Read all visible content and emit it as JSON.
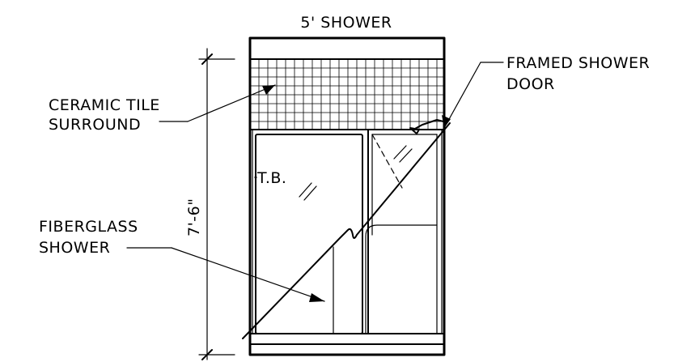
{
  "title": "5' SHOWER",
  "labels": {
    "ceramic_tile_line1": "CERAMIC TILE",
    "ceramic_tile_line2": "SURROUND",
    "framed_door_line1": "FRAMED SHOWER",
    "framed_door_line2": "DOOR",
    "fiberglass_line1": "FIBERGLASS",
    "fiberglass_line2": "SHOWER",
    "tub_bench": "T.B.",
    "height_dimension": "7'-6\""
  },
  "colors": {
    "ink": "#000000",
    "paper": "#ffffff"
  }
}
